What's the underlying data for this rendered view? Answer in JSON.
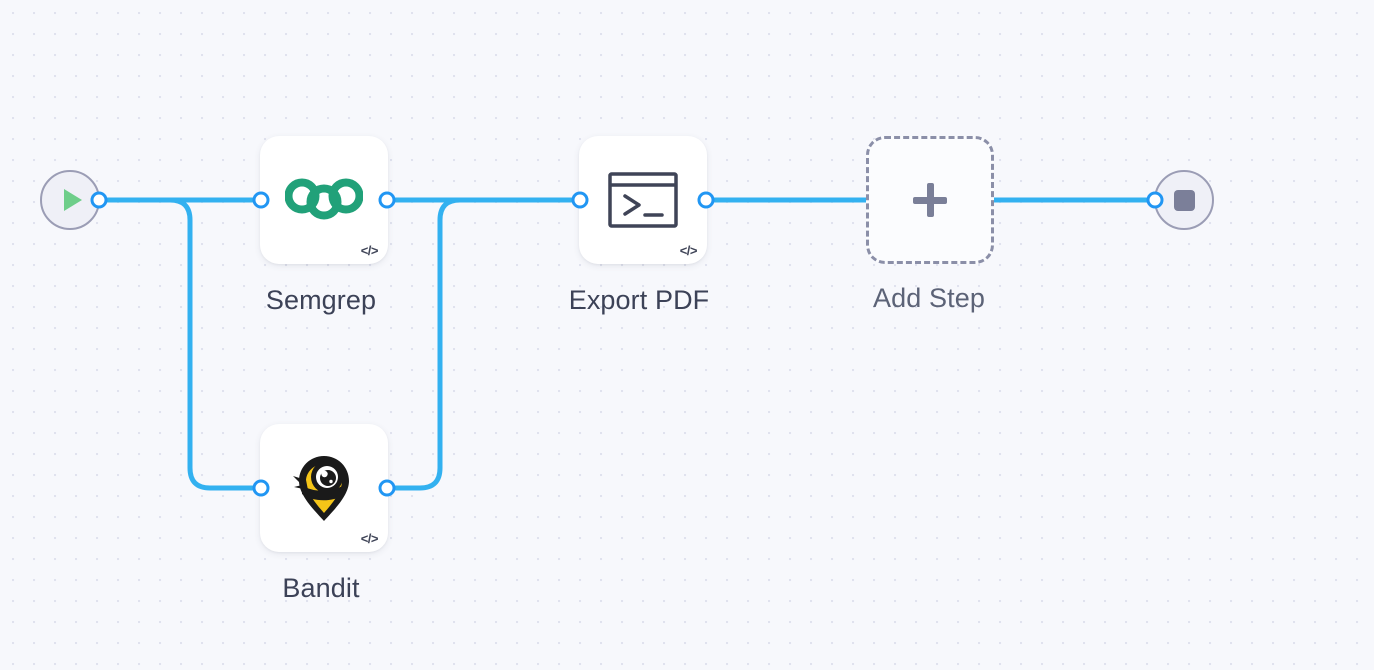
{
  "canvas": {
    "background_color": "#f7f8fc",
    "grid_dot_color": "#e0e2ee",
    "edge_color": "#33b1f0",
    "port_color": "#2196f3"
  },
  "start_node": {
    "name": "Start",
    "icon": "play-icon",
    "icon_color": "#6ece8a",
    "fill": "#eff0f7",
    "border": "#9b9db5"
  },
  "end_node": {
    "name": "Stop",
    "icon": "stop-square-icon",
    "icon_color": "#7b7f99",
    "fill": "#eff0f7",
    "border": "#9b9db5"
  },
  "steps": [
    {
      "id": "semgrep",
      "label": "Semgrep",
      "icon": "semgrep-logo-icon",
      "icon_color": "#21a179",
      "badge": "</>"
    },
    {
      "id": "bandit",
      "label": "Bandit",
      "icon": "bandit-logo-icon",
      "icon_color": "#f5c518",
      "badge": "</>"
    },
    {
      "id": "export-pdf",
      "label": "Export PDF",
      "icon": "terminal-icon",
      "icon_color": "#3f4457",
      "badge": "</>"
    }
  ],
  "add_step": {
    "label": "Add Step",
    "icon": "plus-icon"
  }
}
